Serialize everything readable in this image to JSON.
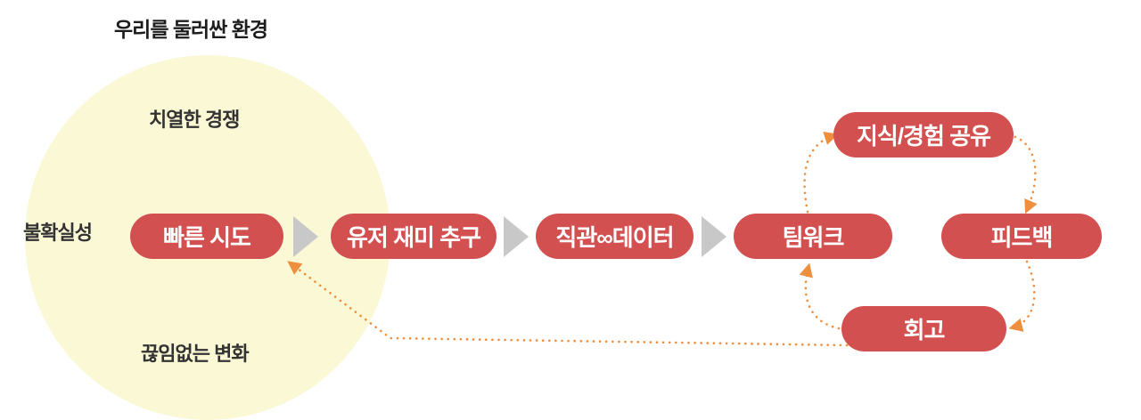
{
  "title": "우리를 둘러싼 환경",
  "environment": {
    "top": "치열한 경쟁",
    "left": "불확실성",
    "bottom": "끊임없는 변화"
  },
  "flow": {
    "steps": [
      {
        "label": "빠른 시도"
      },
      {
        "label": "유저 재미 추구"
      },
      {
        "label": "직관∞데이터"
      },
      {
        "label": "팀워크"
      }
    ]
  },
  "cycle": {
    "top": "지식/경험 공유",
    "right": "피드백",
    "bottom": "회고",
    "loop": [
      "팀워크 → 지식/경험 공유",
      "지식/경험 공유 → 피드백",
      "피드백 → 회고",
      "회고 → 팀워크"
    ],
    "return_arrow": "회고 → 빠른 시도"
  },
  "colors": {
    "pill": "#d25150",
    "circle_fill": "#fbf8d6",
    "flow_chevron": "#c8c8c8",
    "dotted_arrow": "#ee8f3d",
    "label_text": "#333333"
  }
}
